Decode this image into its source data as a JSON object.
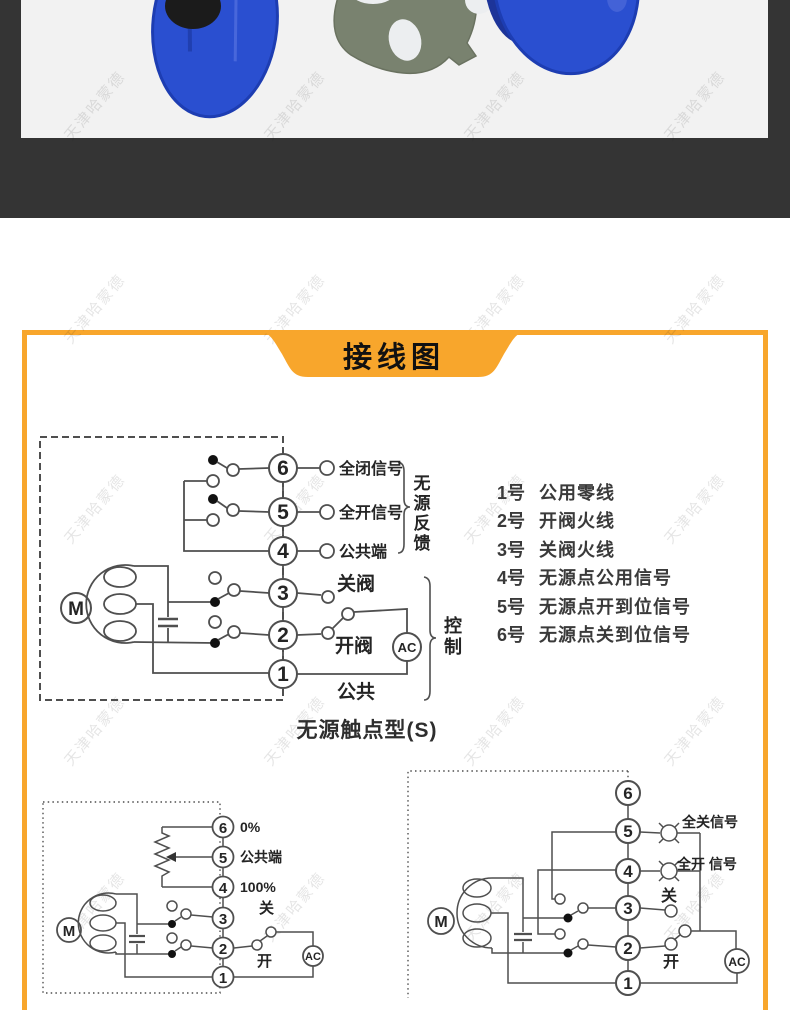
{
  "watermark_text": "天津哈蒙德",
  "colors": {
    "accent_orange": "#f8a62c",
    "dark_band": "#343434",
    "photo_bg": "#f2f2f2",
    "flange_blue": "#2a4fd0",
    "flange_shadow": "#1d3499",
    "hub_black": "#1b1b1b",
    "gasket_gray": "#79826f",
    "line_gray": "#4f4f4f"
  },
  "header": {
    "title": "接线图"
  },
  "main_diagram": {
    "motor": "M",
    "ac": "AC",
    "terminals": [
      "6",
      "5",
      "4",
      "3",
      "2",
      "1"
    ],
    "label_t6": "全闭信号",
    "label_t5": "全开信号",
    "label_t4": "公共端",
    "label_t3": "关阀",
    "label_t2": "开阀",
    "label_t1": "公共",
    "brace_feedback": "无源反馈",
    "brace_control": "控制",
    "caption": "无源触点型(S)"
  },
  "legend": {
    "items": [
      {
        "num": "1号",
        "desc": "公用零线"
      },
      {
        "num": "2号",
        "desc": "开阀火线"
      },
      {
        "num": "3号",
        "desc": "关阀火线"
      },
      {
        "num": "4号",
        "desc": "无源点公用信号"
      },
      {
        "num": "5号",
        "desc": "无源点开到位信号"
      },
      {
        "num": "6号",
        "desc": "无源点关到位信号"
      }
    ]
  },
  "bottom_left": {
    "motor": "M",
    "ac": "AC",
    "terminals": [
      "6",
      "5",
      "4",
      "3",
      "2",
      "1"
    ],
    "label_t6": "0%",
    "label_t5": "公共端",
    "label_t4": "100%",
    "label_t3": "关",
    "label_t2": "开"
  },
  "bottom_right": {
    "motor": "M",
    "ac": "AC",
    "terminals": [
      "6",
      "5",
      "4",
      "3",
      "2",
      "1"
    ],
    "label_t5": "全关信号",
    "label_t4": "全开 信号",
    "label_t3": "关",
    "label_t2": "开"
  }
}
